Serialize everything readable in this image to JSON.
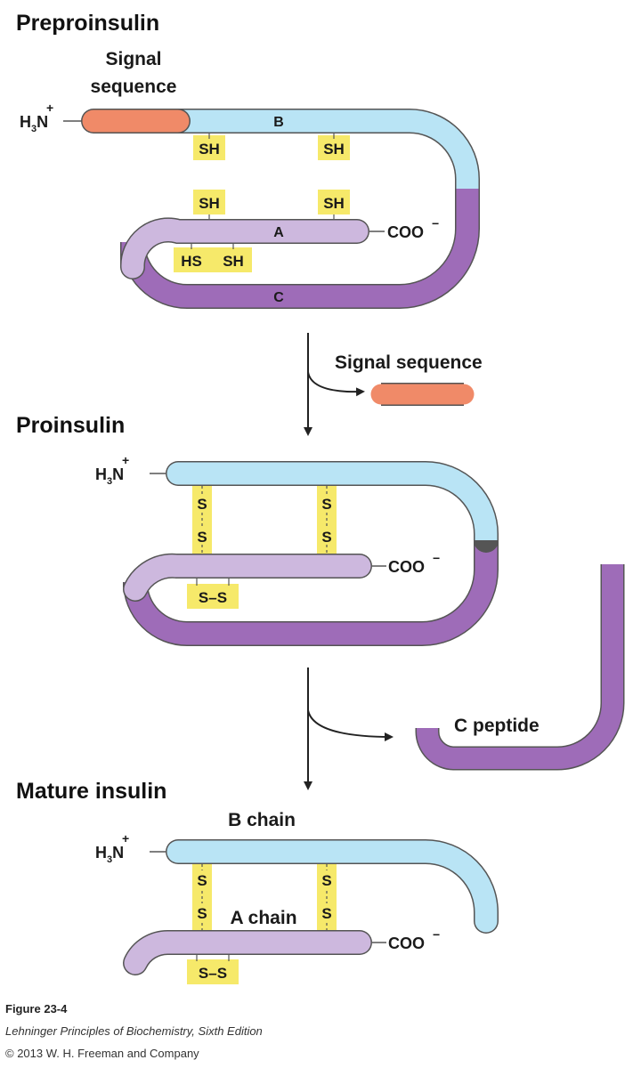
{
  "stages": {
    "preproinsulin": {
      "title": "Preproinsulin",
      "signal_label_line1": "Signal",
      "signal_label_line2": "sequence",
      "amino_terminus": {
        "base": "H",
        "sub": "3",
        "n": "N",
        "charge": "+"
      },
      "carboxyl_terminus": {
        "base": "COO",
        "charge": "−"
      },
      "chain_b_letter": "B",
      "chain_a_letter": "A",
      "chain_c_letter": "C",
      "b_chain_thiols": [
        "SH",
        "SH"
      ],
      "a_chain_thiols": [
        "SH",
        "SH"
      ],
      "a_internal_thiols": [
        "HS",
        "SH"
      ]
    },
    "step1": {
      "released_label": "Signal sequence"
    },
    "proinsulin": {
      "title": "Proinsulin",
      "amino_terminus": {
        "base": "H",
        "sub": "3",
        "n": "N",
        "charge": "+"
      },
      "carboxyl_terminus": {
        "base": "COO",
        "charge": "−"
      },
      "bond_atom": "S",
      "internal_bond": "S–S"
    },
    "step2": {
      "released_label": "C peptide"
    },
    "mature_insulin": {
      "title": "Mature insulin",
      "b_chain_label": "B chain",
      "a_chain_label": "A chain",
      "amino_terminus": {
        "base": "H",
        "sub": "3",
        "n": "N",
        "charge": "+"
      },
      "carboxyl_terminus": {
        "base": "COO",
        "charge": "−"
      },
      "bond_atom": "S",
      "internal_bond": "S–S"
    }
  },
  "caption": {
    "figure": "Figure 23-4",
    "source": "Lehninger Principles of Biochemistry, Sixth Edition",
    "copyright": "© 2013 W. H. Freeman and Company"
  },
  "colors": {
    "signal_sequence": "#f08a68",
    "b_chain": "#b9e4f5",
    "a_chain": "#cdb8de",
    "c_peptide": "#9e6cb8",
    "disulfide_highlight": "#f6e96a",
    "outline": "#555555"
  }
}
